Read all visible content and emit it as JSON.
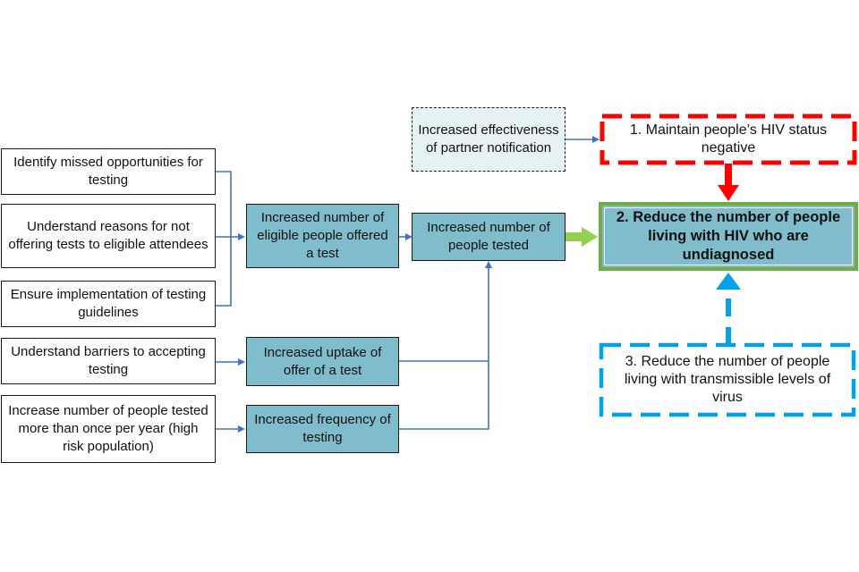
{
  "colors": {
    "connector": "#4472c4",
    "teal_box": "#7fbccc",
    "goal1_border": "#ff0000",
    "goal2_border": "#70ad47",
    "goal3_border": "#00a2e8"
  },
  "actions": {
    "missed_opportunities": "Identify missed opportunities for testing",
    "understand_reasons": "Understand reasons for not offering tests to eligible attendees",
    "ensure_implementation": "Ensure implementation of testing guidelines",
    "understand_barriers": "Understand barriers to accepting testing",
    "increase_number": "Increase number of people tested more than once per year (high risk population)"
  },
  "outcomes": {
    "offered_test": "Increased number of eligible people offered a test",
    "people_tested": "Increased number of people tested",
    "uptake": "Increased uptake of offer of a test",
    "frequency": "Increased frequency of testing",
    "partner_notification": "Increased effectiveness of partner notification"
  },
  "goals": {
    "goal1": "1. Maintain people’s HIV status negative",
    "goal2": "2. Reduce the number of people living with HIV who are undiagnosed",
    "goal3": "3. Reduce the number of people living with transmissible levels of virus"
  }
}
